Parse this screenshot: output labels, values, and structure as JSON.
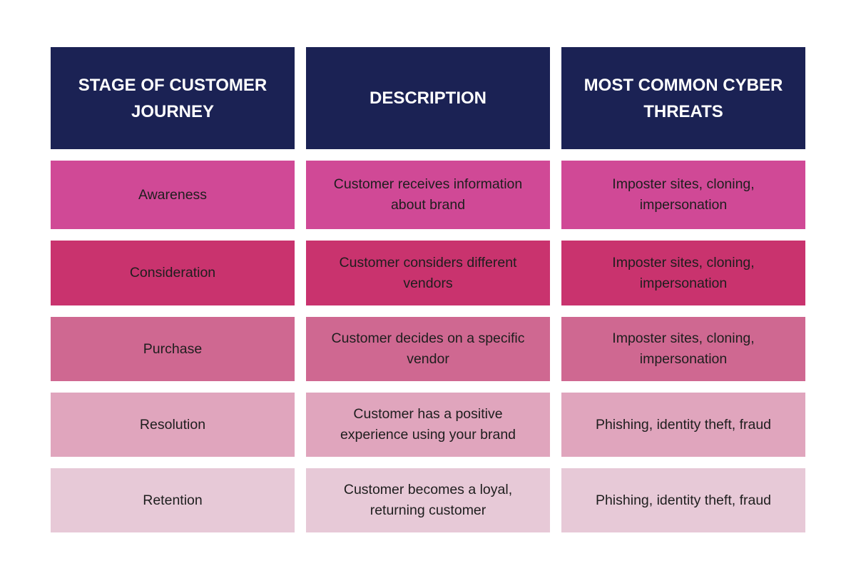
{
  "table": {
    "headers": [
      "STAGE OF CUSTOMER JOURNEY",
      "DESCRIPTION",
      "MOST COMMON CYBER THREATS"
    ],
    "header_color": "#1b2254",
    "rows": [
      {
        "color": "#d04996",
        "cells": [
          "Awareness",
          "Customer receives information about brand",
          "Imposter sites, cloning, impersonation"
        ]
      },
      {
        "color": "#c9336e",
        "cells": [
          "Consideration",
          "Customer considers different vendors",
          "Imposter sites, cloning, impersonation"
        ]
      },
      {
        "color": "#cf6891",
        "cells": [
          "Purchase",
          "Customer decides on a specific vendor",
          "Imposter sites, cloning, impersonation"
        ]
      },
      {
        "color": "#e0a5bd",
        "cells": [
          "Resolution",
          "Customer has a positive experience using your brand",
          "Phishing, identity theft, fraud"
        ]
      },
      {
        "color": "#e7c9d7",
        "cells": [
          "Retention",
          "Customer becomes a loyal, returning customer",
          "Phishing, identity theft, fraud"
        ]
      }
    ]
  }
}
